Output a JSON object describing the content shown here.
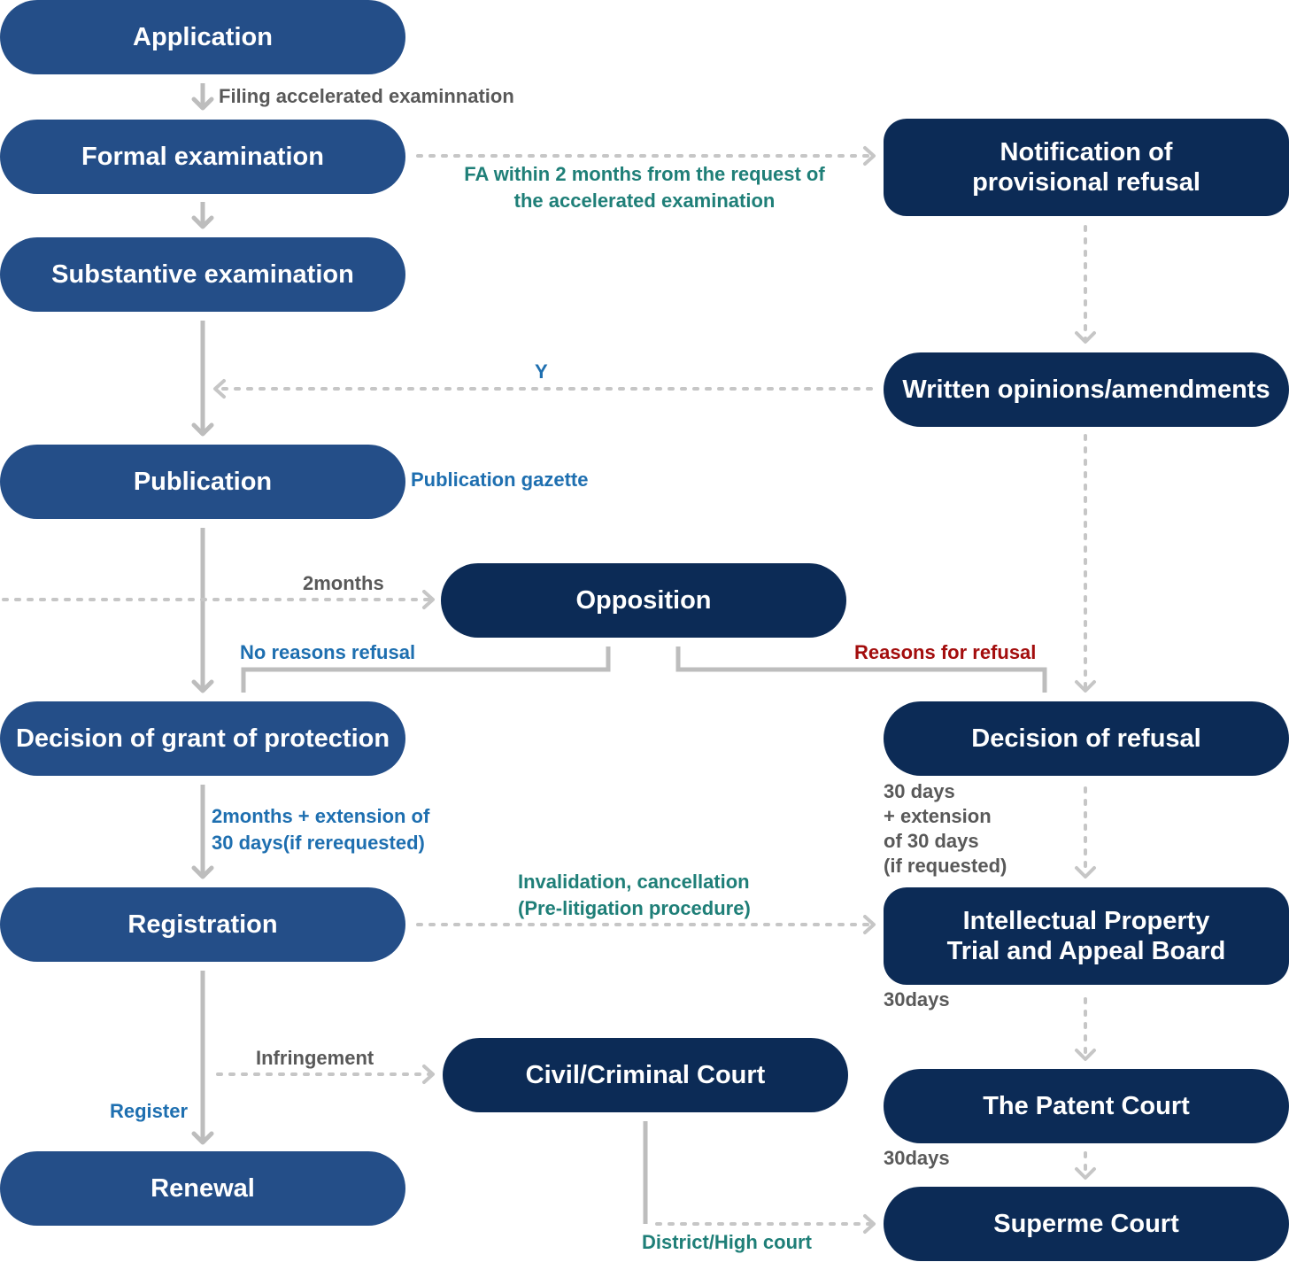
{
  "nodes": {
    "application": "Application",
    "formal_examination": "Formal examination",
    "substantive_examination": "Substantive examination",
    "publication": "Publication",
    "decision_grant": "Decision of grant of protection",
    "registration": "Registration",
    "renewal": "Renewal",
    "notification_provisional_refusal": "Notification of\nprovisional refusal",
    "written_opinions": "Written opinions/amendments",
    "opposition": "Opposition",
    "decision_refusal": "Decision of refusal",
    "ip_trial_board": "Intellectual Property\nTrial and Appeal Board",
    "civil_criminal_court": "Civil/Criminal Court",
    "patent_court": "The Patent Court",
    "supreme_court": "Superme Court"
  },
  "labels": {
    "filing_accelerated": "Filing accelerated examinnation",
    "fa_within": "FA within 2 months from the request of\nthe accelerated examination",
    "y": "Y",
    "publication_gazette": "Publication gazette",
    "two_months": "2months",
    "no_reasons_refusal": "No reasons refusal",
    "reasons_for_refusal": "Reasons for refusal",
    "two_months_extension": "2months + extension of\n30 days(if rerequested)",
    "thirty_days_extension": "30 days\n+ extension\nof 30 days\n(if requested)",
    "invalidation": "Invalidation, cancellation\n(Pre-litigation procedure)",
    "thirty_days_1": "30days",
    "infringement": "Infringement",
    "register": "Register",
    "thirty_days_2": "30days",
    "district_high_court": "District/High court"
  },
  "colors": {
    "node_light": "#244e88",
    "node_dark": "#0c2b56",
    "label_grey": "#595959",
    "label_green": "#1f7f78",
    "label_blue": "#1e6fb0",
    "label_red": "#a30d0d",
    "connector": "#bdbdbd"
  }
}
